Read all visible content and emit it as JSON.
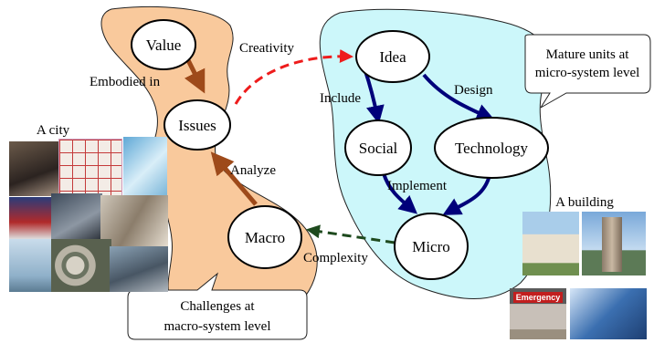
{
  "nodes": {
    "value": "Value",
    "issues": "Issues",
    "macro": "Macro",
    "idea": "Idea",
    "social": "Social",
    "technology": "Technology",
    "micro": "Micro"
  },
  "edges": {
    "embodied_in": "Embodied in",
    "analyze": "Analyze",
    "creativity": "Creativity",
    "include": "Include",
    "design": "Design",
    "implement": "Implement",
    "complexity": "Complexity"
  },
  "callouts": {
    "micro": {
      "line1": "Mature units at",
      "line2": "micro-system level"
    },
    "macro": {
      "line1": "Challenges at",
      "line2": "macro-system level"
    }
  },
  "labels": {
    "city": "A city",
    "building": "A building",
    "emergency_sign": "Emergency"
  },
  "colors": {
    "macro_region": "#f9c99c",
    "micro_region": "#ccf7fa",
    "macro_arrow": "#9e4a1a",
    "micro_arrow": "#00007a",
    "creativity_arrow": "#ee1c1c",
    "complexity_arrow": "#1e4a1e"
  }
}
